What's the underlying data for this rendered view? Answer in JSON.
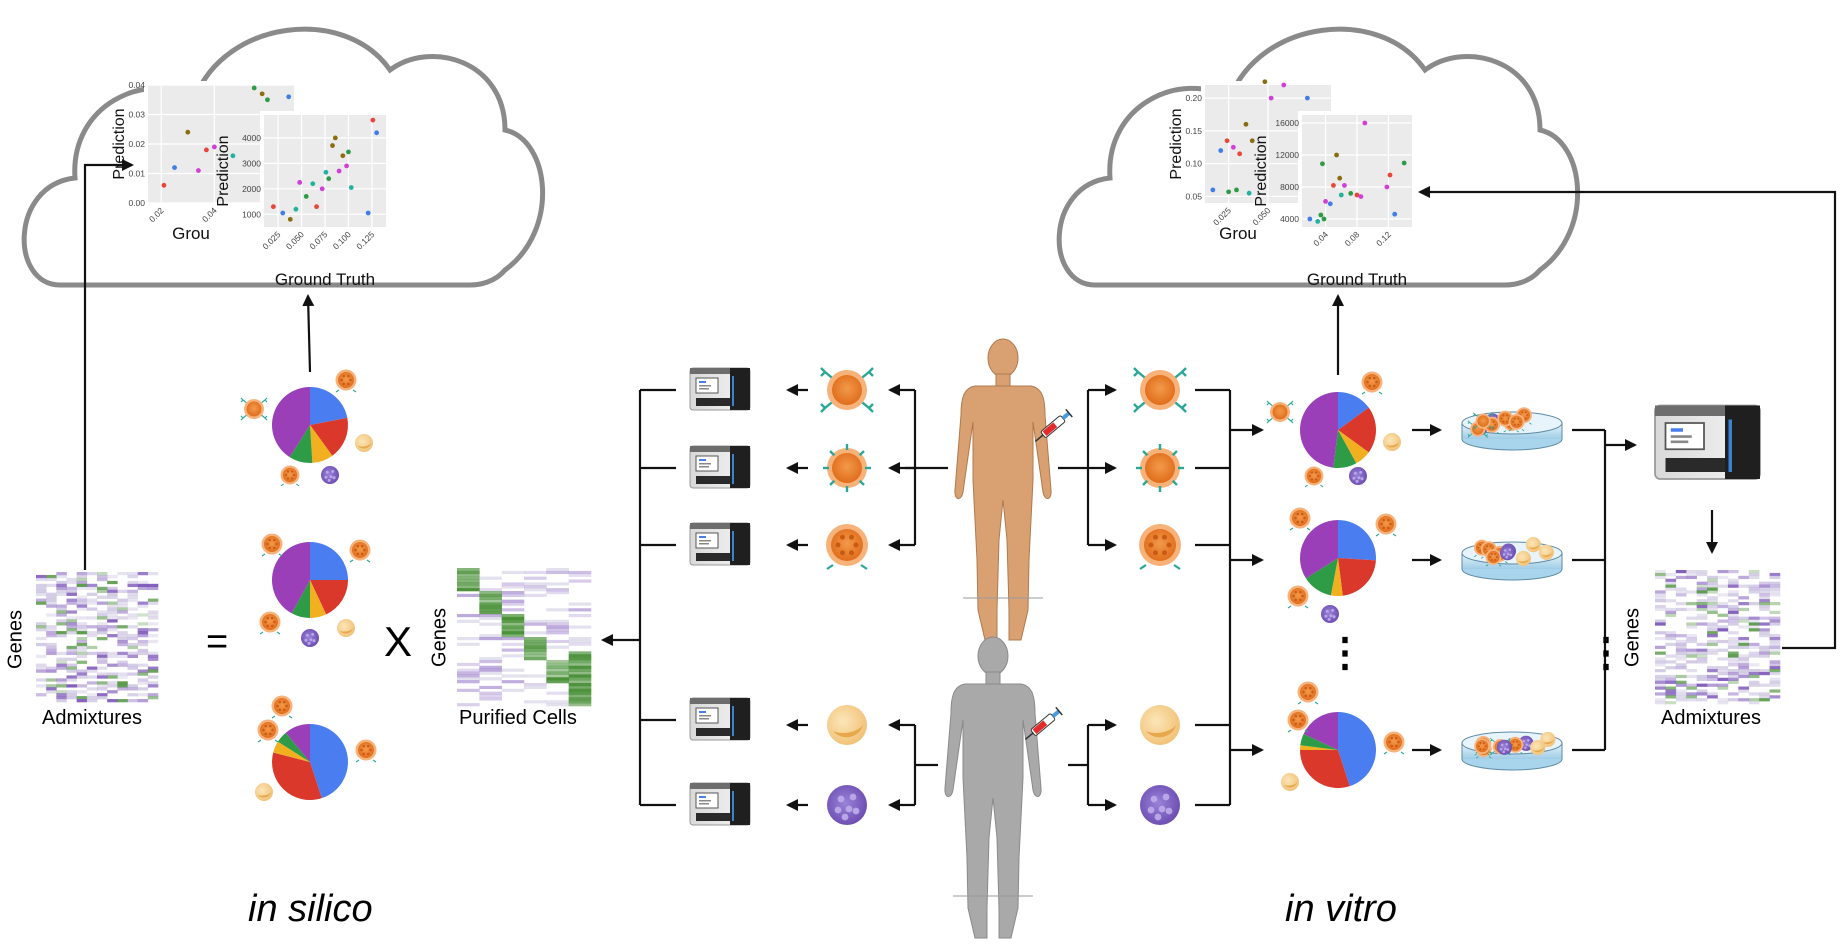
{
  "captions": {
    "in_silico": "in silico",
    "in_vitro": "in vitro"
  },
  "labels": {
    "genes": "Genes",
    "admixtures": "Admixtures",
    "purified_cells": "Purified Cells",
    "equals": "=",
    "times": "X",
    "dots": "⋮"
  },
  "colors": {
    "cloud_stroke": "#8a8a8a",
    "arrow": "#111111",
    "pie_blue": "#4a7ef0",
    "pie_red": "#d9382b",
    "pie_yellow": "#f0b020",
    "pie_green": "#2e9b46",
    "pie_purple": "#9a3fb8",
    "cell_orange": "#ec7a2e",
    "cell_teal": "#2aa796",
    "cell_cream": "#f4c77a",
    "cell_violet": "#7f5fbf",
    "skin": "#d9a172",
    "grey_body": "#a9a9a9",
    "heat_green": "#3f8a2c",
    "heat_purple": "#7b55b8"
  },
  "chart_data": [
    {
      "type": "scatter",
      "panel": "in-silico-back",
      "xlabel": "Grou",
      "ylabel": "Prediction",
      "xticks": [
        "0.02",
        "0.04"
      ],
      "yticks": [
        "0.00",
        "0.01",
        "0.02",
        "0.03",
        "0.04"
      ],
      "ylim": [
        0,
        0.04
      ],
      "xlim": [
        0.015,
        0.07
      ],
      "points": [
        {
          "x": 0.021,
          "y": 0.006,
          "c": "#e8463a"
        },
        {
          "x": 0.025,
          "y": 0.012,
          "c": "#3f7ee8"
        },
        {
          "x": 0.03,
          "y": 0.024,
          "c": "#8a6d10"
        },
        {
          "x": 0.037,
          "y": 0.018,
          "c": "#e8463a"
        },
        {
          "x": 0.04,
          "y": 0.019,
          "c": "#d23fd8"
        },
        {
          "x": 0.034,
          "y": 0.011,
          "c": "#d23fd8"
        },
        {
          "x": 0.055,
          "y": 0.039,
          "c": "#2e9b46"
        },
        {
          "x": 0.058,
          "y": 0.037,
          "c": "#8a6d10"
        },
        {
          "x": 0.06,
          "y": 0.035,
          "c": "#2e9b46"
        },
        {
          "x": 0.047,
          "y": 0.016,
          "c": "#1fb3a0"
        },
        {
          "x": 0.068,
          "y": 0.036,
          "c": "#3f7ee8"
        }
      ]
    },
    {
      "type": "scatter",
      "panel": "in-silico-front",
      "xlabel": "Ground Truth",
      "ylabel": "Prediction",
      "xticks": [
        "0.025",
        "0.050",
        "0.075",
        "0.100",
        "0.125"
      ],
      "yticks": [
        "1000",
        "2000",
        "3000",
        "4000"
      ],
      "xlim": [
        0.01,
        0.14
      ],
      "ylim": [
        500,
        4900
      ],
      "points": [
        {
          "x": 0.02,
          "y": 1300,
          "c": "#e8463a"
        },
        {
          "x": 0.03,
          "y": 1050,
          "c": "#3f7ee8"
        },
        {
          "x": 0.038,
          "y": 800,
          "c": "#8a6d10"
        },
        {
          "x": 0.044,
          "y": 1200,
          "c": "#1fb3a0"
        },
        {
          "x": 0.048,
          "y": 2250,
          "c": "#d23fd8"
        },
        {
          "x": 0.055,
          "y": 1700,
          "c": "#2e9b46"
        },
        {
          "x": 0.062,
          "y": 2200,
          "c": "#1fb3a0"
        },
        {
          "x": 0.066,
          "y": 1300,
          "c": "#e8463a"
        },
        {
          "x": 0.072,
          "y": 2000,
          "c": "#d23fd8"
        },
        {
          "x": 0.076,
          "y": 2650,
          "c": "#1fb3a0"
        },
        {
          "x": 0.079,
          "y": 2400,
          "c": "#2e9b46"
        },
        {
          "x": 0.083,
          "y": 3700,
          "c": "#8a6d10"
        },
        {
          "x": 0.086,
          "y": 4000,
          "c": "#8a6d10"
        },
        {
          "x": 0.09,
          "y": 2700,
          "c": "#d23fd8"
        },
        {
          "x": 0.094,
          "y": 3300,
          "c": "#8a6d10"
        },
        {
          "x": 0.098,
          "y": 2900,
          "c": "#d23fd8"
        },
        {
          "x": 0.1,
          "y": 3450,
          "c": "#2e9b46"
        },
        {
          "x": 0.103,
          "y": 2050,
          "c": "#1fb3a0"
        },
        {
          "x": 0.121,
          "y": 1050,
          "c": "#3f7ee8"
        },
        {
          "x": 0.126,
          "y": 4700,
          "c": "#e8463a"
        },
        {
          "x": 0.13,
          "y": 4200,
          "c": "#3f7ee8"
        }
      ]
    },
    {
      "type": "scatter",
      "panel": "in-vitro-back",
      "xlabel": "Grou",
      "ylabel": "Prediction",
      "xticks": [
        "0.025",
        "0.050"
      ],
      "yticks": [
        "0.05",
        "0.10",
        "0.15",
        "0.20"
      ],
      "xlim": [
        0.01,
        0.09
      ],
      "ylim": [
        0.04,
        0.22
      ],
      "points": [
        {
          "x": 0.015,
          "y": 0.06,
          "c": "#3f7ee8"
        },
        {
          "x": 0.02,
          "y": 0.12,
          "c": "#3f7ee8"
        },
        {
          "x": 0.024,
          "y": 0.135,
          "c": "#e8463a"
        },
        {
          "x": 0.028,
          "y": 0.125,
          "c": "#d23fd8"
        },
        {
          "x": 0.032,
          "y": 0.115,
          "c": "#e8463a"
        },
        {
          "x": 0.025,
          "y": 0.057,
          "c": "#2e9b46"
        },
        {
          "x": 0.03,
          "y": 0.06,
          "c": "#2e9b46"
        },
        {
          "x": 0.036,
          "y": 0.16,
          "c": "#8a6d10"
        },
        {
          "x": 0.04,
          "y": 0.135,
          "c": "#8a6d10"
        },
        {
          "x": 0.038,
          "y": 0.055,
          "c": "#1fb3a0"
        },
        {
          "x": 0.048,
          "y": 0.225,
          "c": "#8a6d10"
        },
        {
          "x": 0.052,
          "y": 0.2,
          "c": "#d23fd8"
        },
        {
          "x": 0.06,
          "y": 0.22,
          "c": "#d23fd8"
        },
        {
          "x": 0.075,
          "y": 0.2,
          "c": "#3f7ee8"
        }
      ]
    },
    {
      "type": "scatter",
      "panel": "in-vitro-front",
      "xlabel": "Ground Truth",
      "ylabel": "Prediction",
      "xticks": [
        "0.04",
        "0.08",
        "0.12"
      ],
      "yticks": [
        "4000",
        "8000",
        "12000",
        "16000"
      ],
      "xlim": [
        0.01,
        0.15
      ],
      "ylim": [
        3000,
        17000
      ],
      "points": [
        {
          "x": 0.02,
          "y": 4000,
          "c": "#3f7ee8"
        },
        {
          "x": 0.03,
          "y": 3700,
          "c": "#1fb3a0"
        },
        {
          "x": 0.034,
          "y": 4500,
          "c": "#2e9b46"
        },
        {
          "x": 0.038,
          "y": 4000,
          "c": "#2e9b46"
        },
        {
          "x": 0.036,
          "y": 10900,
          "c": "#2e9b46"
        },
        {
          "x": 0.04,
          "y": 6200,
          "c": "#d23fd8"
        },
        {
          "x": 0.046,
          "y": 5900,
          "c": "#3f7ee8"
        },
        {
          "x": 0.05,
          "y": 8200,
          "c": "#e8463a"
        },
        {
          "x": 0.054,
          "y": 12000,
          "c": "#8a6d10"
        },
        {
          "x": 0.058,
          "y": 9100,
          "c": "#8a6d10"
        },
        {
          "x": 0.06,
          "y": 7000,
          "c": "#1fb3a0"
        },
        {
          "x": 0.064,
          "y": 8200,
          "c": "#d23fd8"
        },
        {
          "x": 0.072,
          "y": 7200,
          "c": "#2e9b46"
        },
        {
          "x": 0.08,
          "y": 7000,
          "c": "#e8463a"
        },
        {
          "x": 0.085,
          "y": 6800,
          "c": "#d23fd8"
        },
        {
          "x": 0.09,
          "y": 16000,
          "c": "#d23fd8"
        },
        {
          "x": 0.118,
          "y": 8000,
          "c": "#d23fd8"
        },
        {
          "x": 0.122,
          "y": 9500,
          "c": "#e8463a"
        },
        {
          "x": 0.128,
          "y": 4600,
          "c": "#3f7ee8"
        },
        {
          "x": 0.14,
          "y": 11000,
          "c": "#2e9b46"
        }
      ]
    }
  ]
}
